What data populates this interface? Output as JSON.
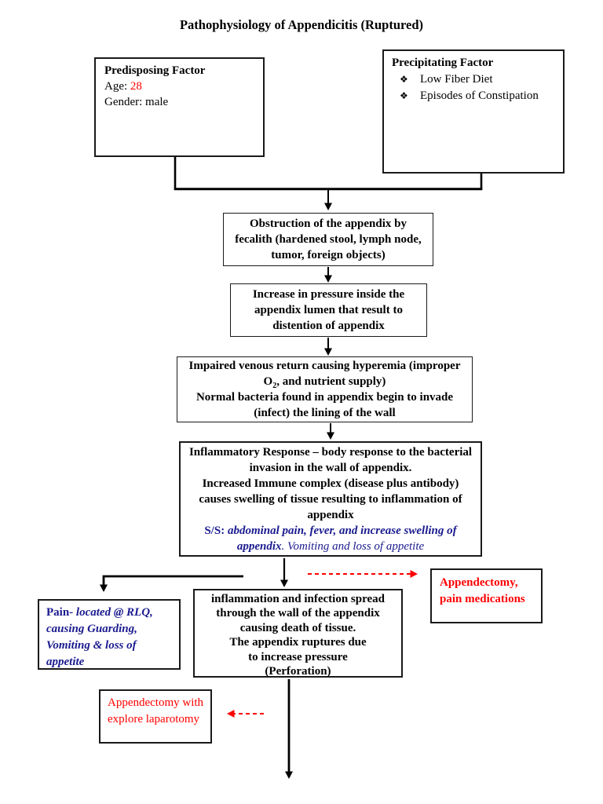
{
  "title": "Pathophysiology of Appendicitis (Ruptured)",
  "colors": {
    "red": "#ff0000",
    "blue": "#1a1a8f"
  },
  "predisposing": {
    "heading": "Predisposing Factor",
    "age_label": "Age: ",
    "age_value": "28",
    "gender_line": "Gender: male"
  },
  "precipitating": {
    "heading": "Precipitating Factor",
    "bullet": "❖",
    "items": [
      "Low Fiber Diet",
      "Episodes of Constipation"
    ]
  },
  "obstruction": {
    "lines": [
      "Obstruction of the appendix by",
      "fecalith (hardened stool, lymph node,",
      "tumor, foreign objects)"
    ]
  },
  "increase": {
    "lines": [
      "Increase in pressure inside the",
      "appendix lumen that result to",
      "distention of appendix"
    ]
  },
  "impaired": {
    "line1": "Impaired venous return causing hyperemia (improper",
    "o_label": "O",
    "o_sub": "2",
    "line2_rest": ", and nutrient supply)",
    "lines_rest": [
      "Normal bacteria found in appendix begin to invade",
      "(infect) the lining of the wall"
    ]
  },
  "inflammatory": {
    "black_lines": [
      "Inflammatory Response – body response to the bacterial",
      "invasion in the wall of appendix.",
      "Increased Immune complex (disease plus antibody)",
      "causes swelling of tissue resulting to inflammation of",
      "appendix"
    ],
    "ss_label": "S/S: ",
    "ss_line1": "abdominal pain, fever, and increase swelling of",
    "ss_line2_bold_italic": "appendix",
    "ss_line2_rest": ". Vomiting and loss of appetite"
  },
  "rupture": {
    "lines": [
      "inflammation and infection spread",
      "through the wall of the appendix",
      "causing death of tissue.",
      "The appendix ruptures due",
      "to increase pressure",
      "(Perforation)"
    ]
  },
  "pain": {
    "label": "Pain-",
    "detail": " located @ RLQ, causing Guarding, Vomiting & loss of appetite"
  },
  "appendectomy_meds": {
    "lines": [
      "Appendectomy,",
      "pain medications"
    ]
  },
  "appendectomy_lap": {
    "lines": [
      "Appendectomy with",
      "explore laparotomy"
    ]
  }
}
